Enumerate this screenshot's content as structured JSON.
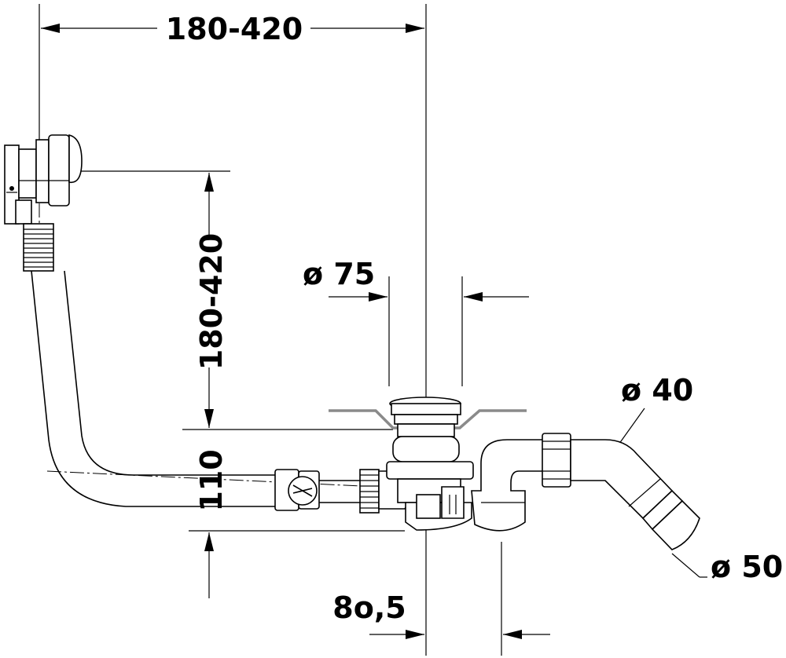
{
  "dimensions": {
    "horizontal_span": "180-420",
    "vertical_span": "180-420",
    "drain_diameter": "ø 75",
    "trap_outlet_diameter": "ø 40",
    "pipe_outlet_diameter": "ø 50",
    "trap_height": "110",
    "offset": "8o,5"
  },
  "colors": {
    "line": "#000000",
    "bath_floor": "#8a8a8a",
    "background": "#ffffff"
  }
}
